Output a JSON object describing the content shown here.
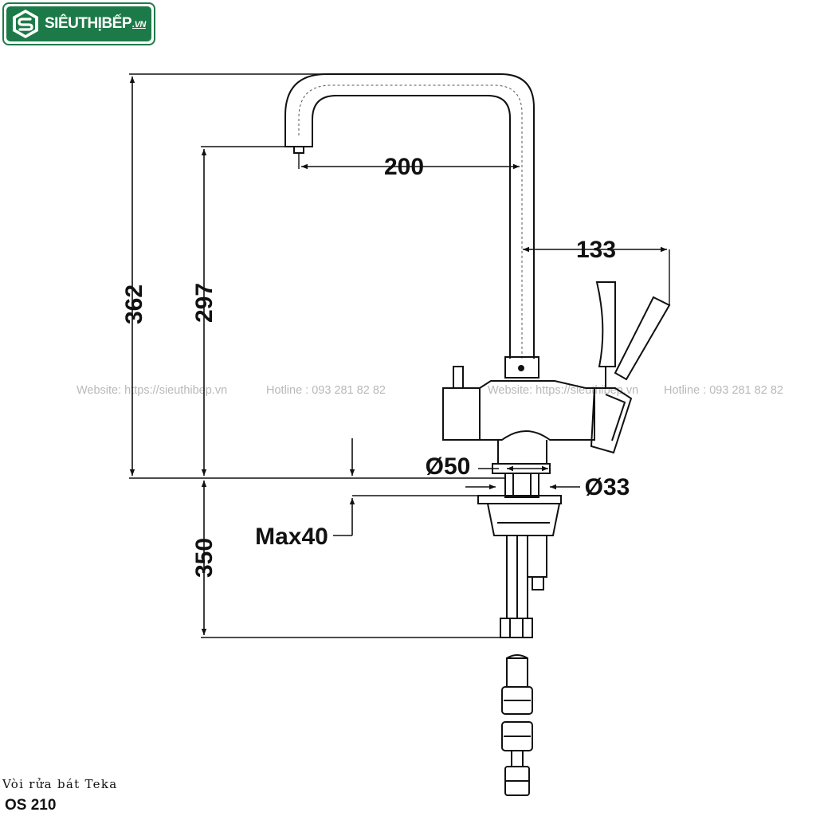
{
  "brand": {
    "name": "SIÊUTHỊBẾP",
    "suffix": ".VN",
    "icon": "hexagon-s-icon",
    "colors": {
      "primary": "#1c7a48",
      "border": "#1f7a4a",
      "text": "#ffffff"
    }
  },
  "drawing": {
    "line_color": "#111111",
    "dimensions": {
      "total_height": "362",
      "spout_height": "297",
      "spout_reach": "200",
      "handle_offset": "133",
      "base_diameter": "Ø50",
      "hole_diameter": "Ø33",
      "max_counter_thickness": "Max40",
      "hose_length": "350"
    }
  },
  "watermarks": [
    {
      "website": "Website: https://sieuthibep.vn",
      "hotline": "Hotline : 093 281 82 82"
    },
    {
      "website": "Website: https://sieuthibep.vn",
      "hotline": "Hotline : 093 281 82 82"
    }
  ],
  "caption": {
    "line1": "Vòi rửa bát Teka",
    "model": "OS 210"
  }
}
